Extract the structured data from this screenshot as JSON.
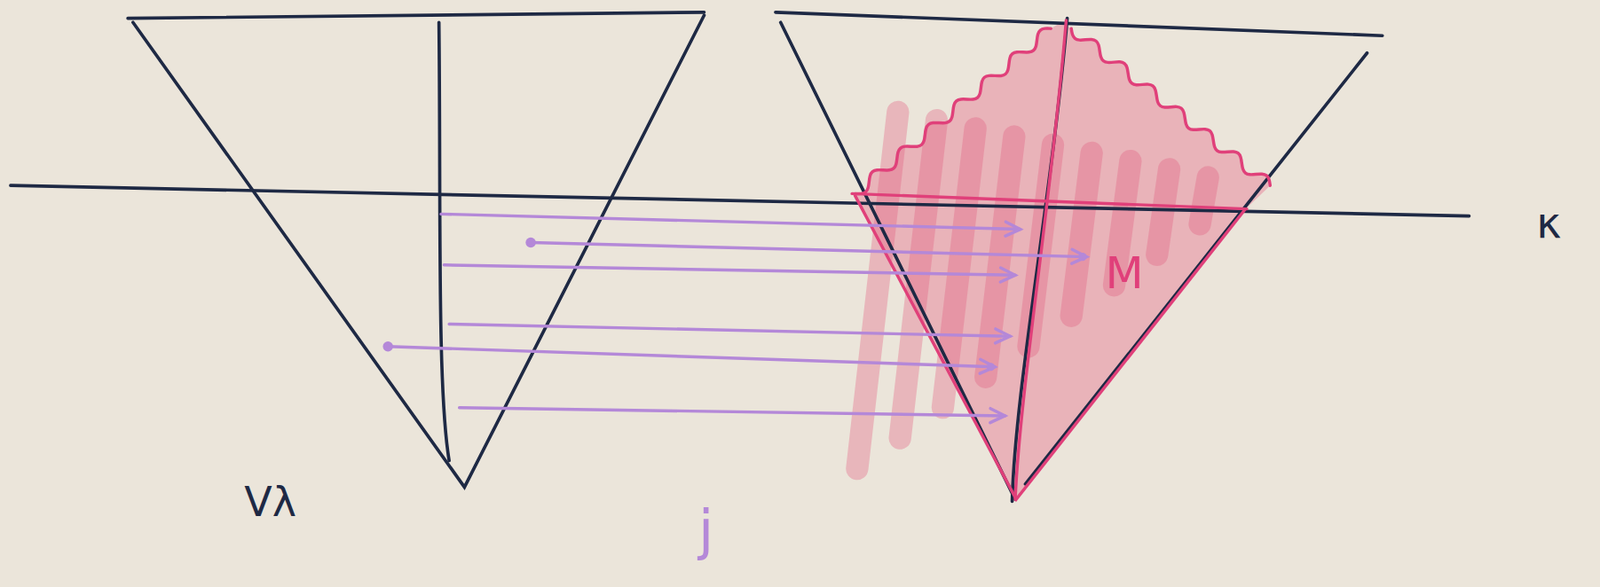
{
  "diagram": {
    "labels": [
      "Vλ",
      "j",
      "M",
      "κ"
    ]
  }
}
